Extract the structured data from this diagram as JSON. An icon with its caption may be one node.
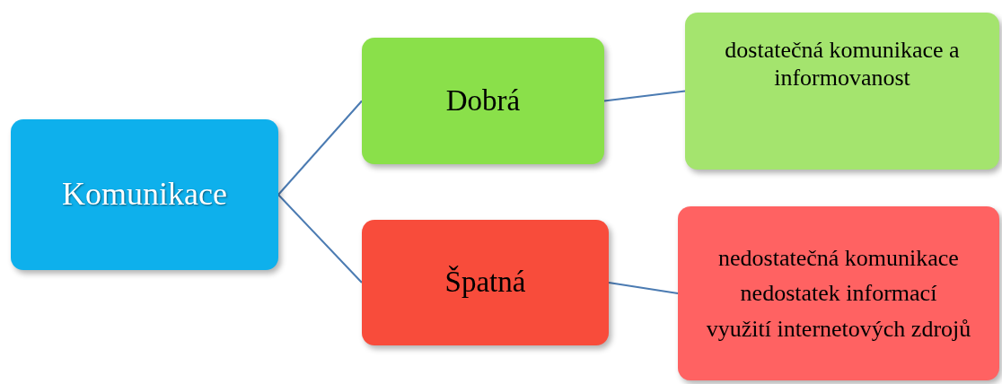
{
  "diagram": {
    "nodes": [
      {
        "text": [
          "Komunikace"
        ]
      },
      {
        "text": [
          "Dobrá"
        ]
      },
      {
        "text": [
          "Špatná"
        ]
      },
      {
        "text": [
          "dostatečná komunikace a informovanost"
        ]
      },
      {
        "text": [
          "nedostatečná komunikace",
          "nedostatek informací",
          "využití internetových zdrojů"
        ]
      }
    ],
    "edges": [
      {
        "from": 0,
        "to": 1,
        "arrow": "none"
      },
      {
        "from": 0,
        "to": 2,
        "arrow": "none"
      },
      {
        "from": 1,
        "to": 3,
        "arrow": "none"
      },
      {
        "from": 2,
        "to": 4,
        "arrow": "none"
      }
    ]
  }
}
